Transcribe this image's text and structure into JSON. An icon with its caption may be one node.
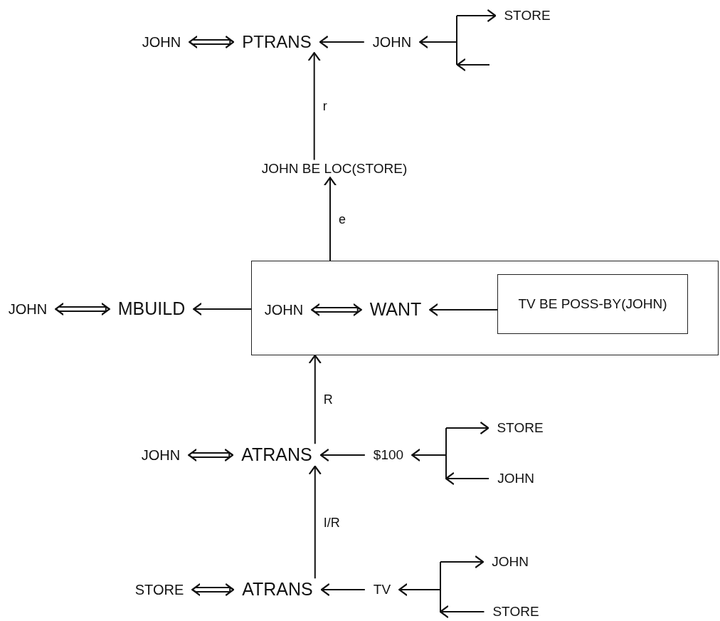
{
  "diagram": {
    "nodes": [
      {
        "text": [
          "JOHN"
        ]
      },
      {
        "text": [
          "PTRANS"
        ]
      },
      {
        "text": [
          "JOHN"
        ]
      },
      {
        "text": [],
        "shape": "bar"
      },
      {
        "text": [
          "STORE"
        ]
      },
      {
        "text": [
          "JOHN BE LOC(STORE)"
        ]
      },
      {
        "text": [
          "JOHN"
        ]
      },
      {
        "text": [
          "MBUILD"
        ]
      },
      {
        "text": [],
        "shape": "box"
      },
      {
        "text": [
          "JOHN"
        ],
        "in": 8
      },
      {
        "text": [
          "WANT"
        ],
        "in": 8
      },
      {
        "text": [
          "TV BE POSS-BY(JOHN)"
        ],
        "in": 8
      },
      {
        "text": [
          "JOHN"
        ]
      },
      {
        "text": [
          "ATRANS"
        ]
      },
      {
        "text": [
          "$100"
        ]
      },
      {
        "text": [],
        "shape": "bar"
      },
      {
        "text": [
          "STORE"
        ]
      },
      {
        "text": [
          "JOHN"
        ]
      },
      {
        "text": [
          "STORE"
        ]
      },
      {
        "text": [
          "ATRANS"
        ]
      },
      {
        "text": [
          "TV"
        ]
      },
      {
        "text": [],
        "shape": "bar"
      },
      {
        "text": [
          "JOHN"
        ]
      },
      {
        "text": [
          "STORE"
        ]
      }
    ],
    "edges": [
      {
        "from": 0,
        "to": 1,
        "arrow": "both"
      },
      {
        "from": 2,
        "to": 1,
        "arrow": "to"
      },
      {
        "from": 3,
        "to": 2,
        "arrow": "to"
      },
      {
        "from": 3,
        "to": 4,
        "arrow": "to"
      },
      {
        "from": null,
        "to": 3,
        "arrow": "to"
      },
      {
        "from": 5,
        "to": 1,
        "arrow": "to",
        "label": "r"
      },
      {
        "from": 6,
        "to": 7,
        "arrow": "both"
      },
      {
        "from": 8,
        "to": 7,
        "arrow": "to"
      },
      {
        "from": 9,
        "to": 10,
        "arrow": "both"
      },
      {
        "from": 11,
        "to": 10,
        "arrow": "to"
      },
      {
        "from": 8,
        "to": 5,
        "arrow": "to",
        "label": "e"
      },
      {
        "from": 12,
        "to": 13,
        "arrow": "both"
      },
      {
        "from": 14,
        "to": 13,
        "arrow": "to"
      },
      {
        "from": 15,
        "to": 14,
        "arrow": "to"
      },
      {
        "from": 15,
        "to": 16,
        "arrow": "to"
      },
      {
        "from": 17,
        "to": 15,
        "arrow": "to"
      },
      {
        "from": 13,
        "to": 8,
        "arrow": "to",
        "label": "R"
      },
      {
        "from": 18,
        "to": 19,
        "arrow": "both"
      },
      {
        "from": 20,
        "to": 19,
        "arrow": "to"
      },
      {
        "from": 21,
        "to": 20,
        "arrow": "to"
      },
      {
        "from": 21,
        "to": 22,
        "arrow": "to"
      },
      {
        "from": 23,
        "to": 21,
        "arrow": "to"
      },
      {
        "from": 19,
        "to": 13,
        "arrow": "to",
        "label": "I/R"
      }
    ]
  }
}
